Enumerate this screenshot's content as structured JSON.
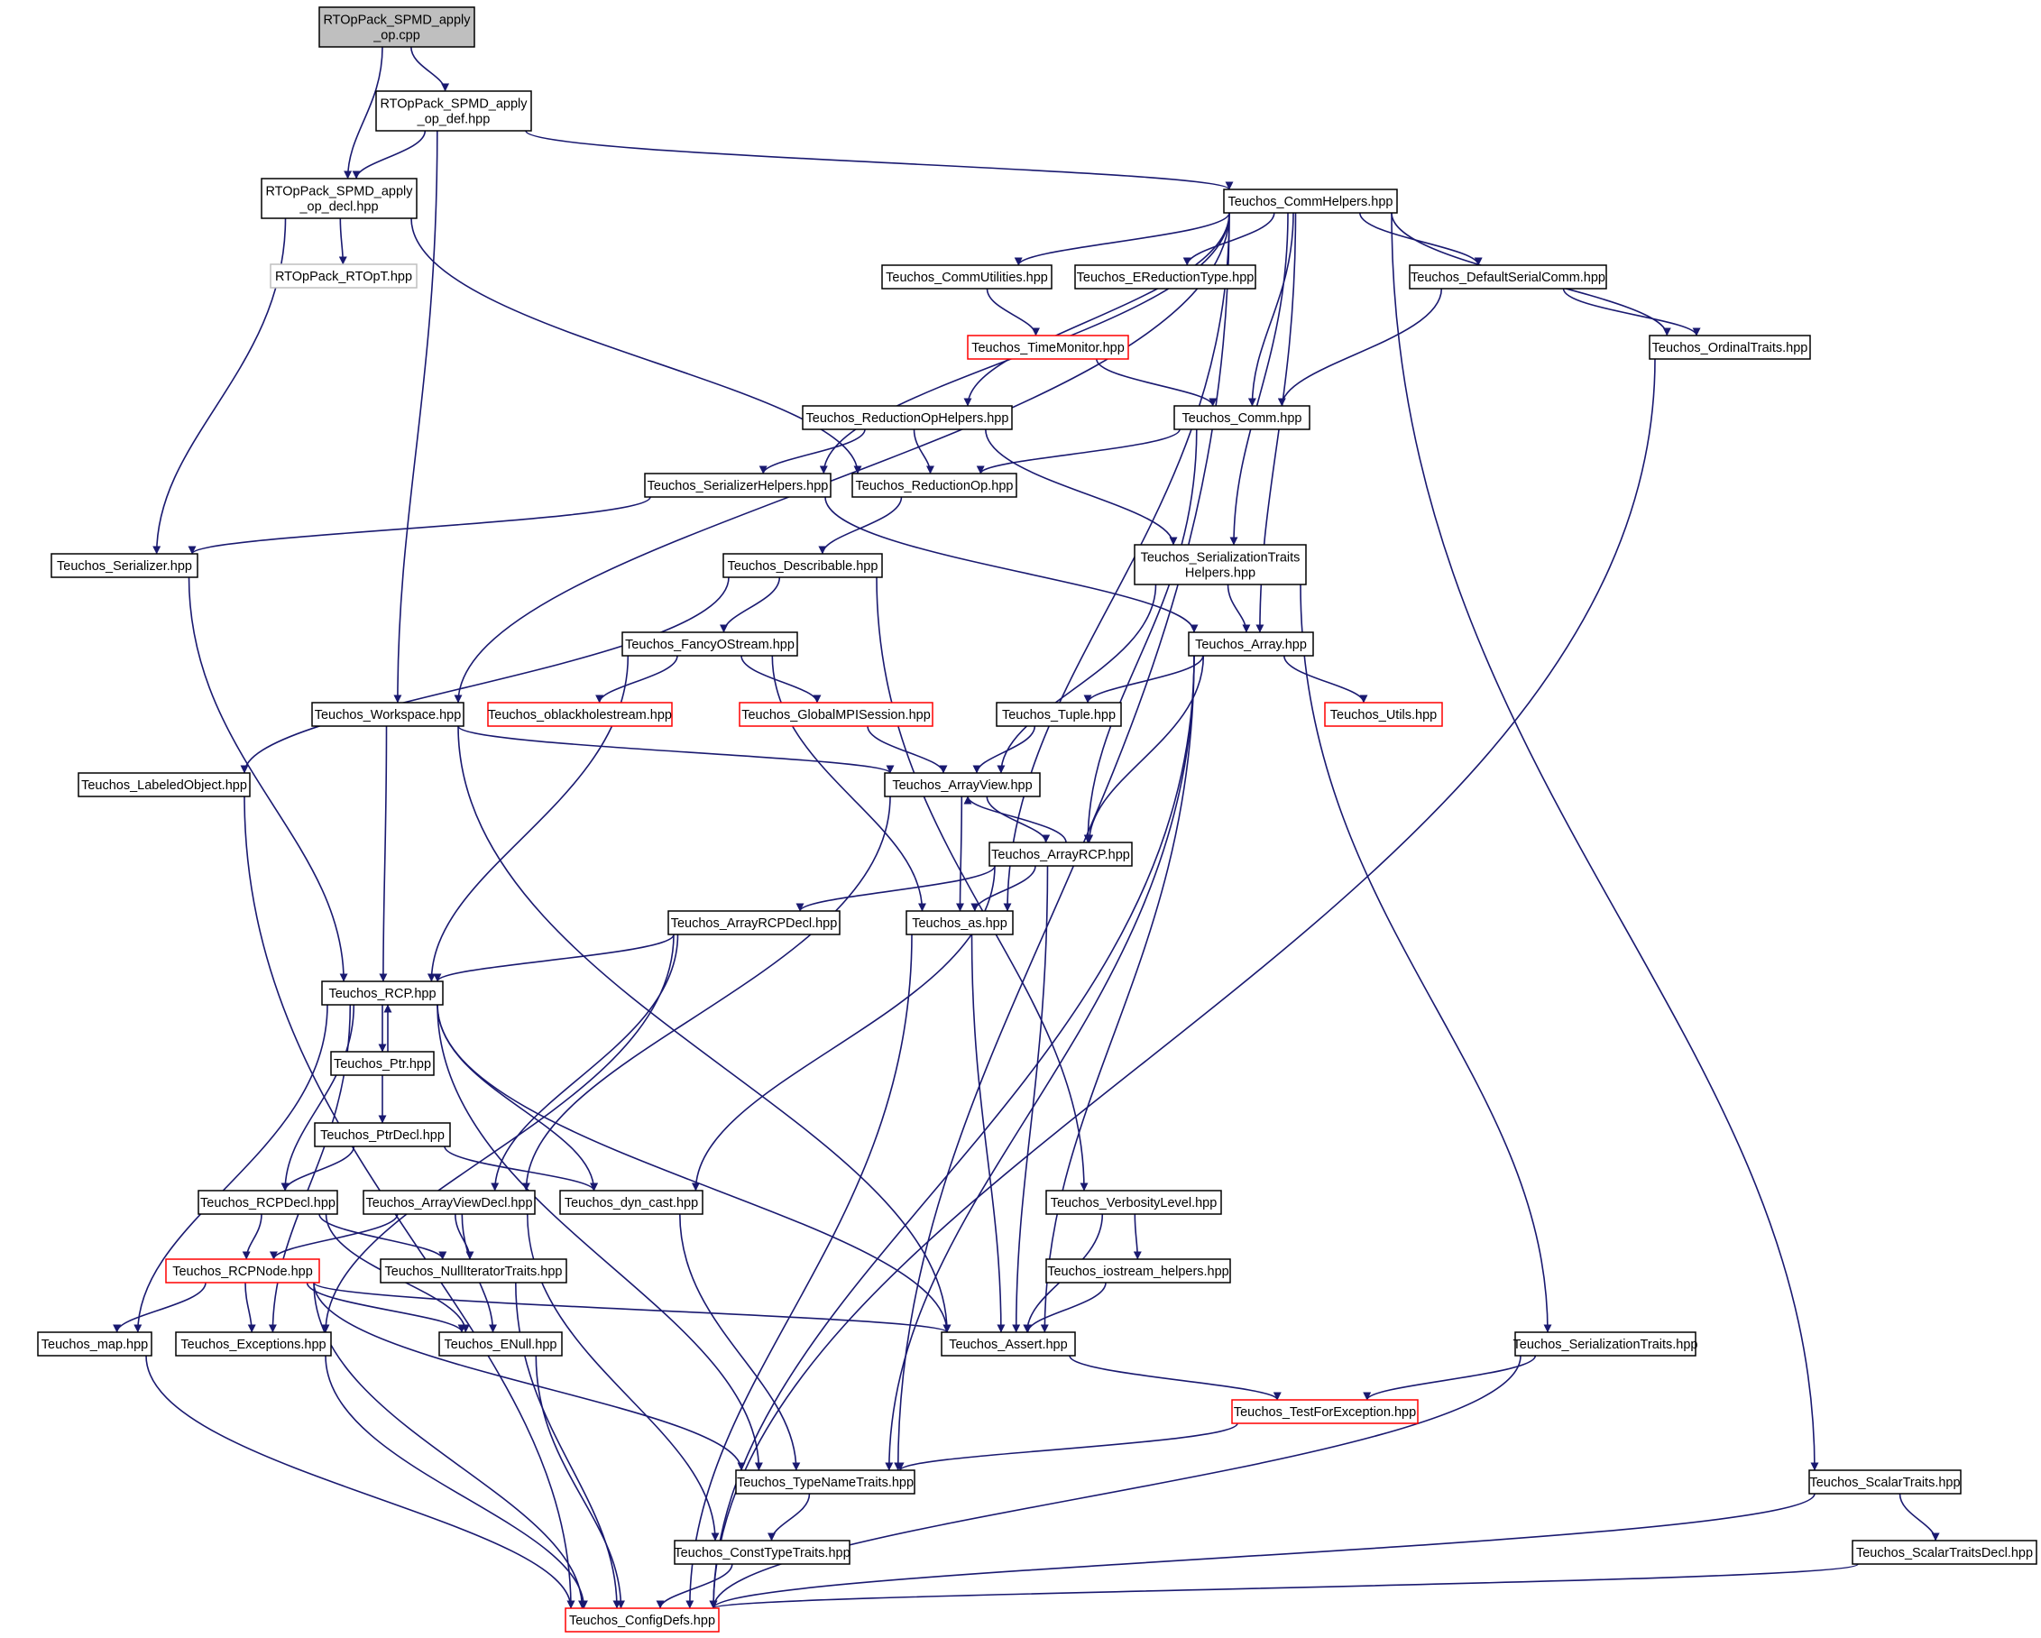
{
  "title": "",
  "colors": {
    "edge": "#191970",
    "node_border": "#000000",
    "focus_fill": "#bfbfbf",
    "missing_border": "#bfbfbf",
    "red_border": "#ff0000",
    "background": "#ffffff"
  },
  "nodes": [
    {
      "id": "n1",
      "lines": [
        "RTOpPack_SPMD_apply",
        "_op.cpp"
      ],
      "style": "focus"
    },
    {
      "id": "n2",
      "lines": [
        "RTOpPack_SPMD_apply",
        "_op_def.hpp"
      ],
      "style": "normal"
    },
    {
      "id": "n3",
      "lines": [
        "RTOpPack_SPMD_apply",
        "_op_decl.hpp"
      ],
      "style": "normal"
    },
    {
      "id": "n4",
      "lines": [
        "RTOpPack_RTOpT.hpp"
      ],
      "style": "missing"
    },
    {
      "id": "n5",
      "lines": [
        "Teuchos_CommHelpers.hpp"
      ],
      "style": "normal"
    },
    {
      "id": "n6",
      "lines": [
        "Teuchos_CommUtilities.hpp"
      ],
      "style": "normal"
    },
    {
      "id": "n7",
      "lines": [
        "Teuchos_EReductionType.hpp"
      ],
      "style": "normal"
    },
    {
      "id": "n8",
      "lines": [
        "Teuchos_DefaultSerialComm.hpp"
      ],
      "style": "normal"
    },
    {
      "id": "n9",
      "lines": [
        "Teuchos_TimeMonitor.hpp"
      ],
      "style": "red"
    },
    {
      "id": "n10",
      "lines": [
        "Teuchos_OrdinalTraits.hpp"
      ],
      "style": "normal"
    },
    {
      "id": "n11",
      "lines": [
        "Teuchos_ReductionOpHelpers.hpp"
      ],
      "style": "normal"
    },
    {
      "id": "n12",
      "lines": [
        "Teuchos_Comm.hpp"
      ],
      "style": "normal"
    },
    {
      "id": "n13",
      "lines": [
        "Teuchos_SerializerHelpers.hpp"
      ],
      "style": "normal"
    },
    {
      "id": "n14",
      "lines": [
        "Teuchos_ReductionOp.hpp"
      ],
      "style": "normal"
    },
    {
      "id": "n15",
      "lines": [
        "Teuchos_Serializer.hpp"
      ],
      "style": "normal"
    },
    {
      "id": "n16",
      "lines": [
        "Teuchos_Describable.hpp"
      ],
      "style": "normal"
    },
    {
      "id": "n17",
      "lines": [
        "Teuchos_SerializationTraits",
        "Helpers.hpp"
      ],
      "style": "normal"
    },
    {
      "id": "n18",
      "lines": [
        "Teuchos_FancyOStream.hpp"
      ],
      "style": "normal"
    },
    {
      "id": "n19",
      "lines": [
        "Teuchos_Array.hpp"
      ],
      "style": "normal"
    },
    {
      "id": "n20",
      "lines": [
        "Teuchos_Workspace.hpp"
      ],
      "style": "normal"
    },
    {
      "id": "n21",
      "lines": [
        "Teuchos_oblackholestream.hpp"
      ],
      "style": "red"
    },
    {
      "id": "n22",
      "lines": [
        "Teuchos_GlobalMPISession.hpp"
      ],
      "style": "red"
    },
    {
      "id": "n23",
      "lines": [
        "Teuchos_Tuple.hpp"
      ],
      "style": "normal"
    },
    {
      "id": "n24",
      "lines": [
        "Teuchos_Utils.hpp"
      ],
      "style": "red"
    },
    {
      "id": "n25",
      "lines": [
        "Teuchos_LabeledObject.hpp"
      ],
      "style": "normal"
    },
    {
      "id": "n26",
      "lines": [
        "Teuchos_ArrayView.hpp"
      ],
      "style": "normal"
    },
    {
      "id": "n27",
      "lines": [
        "Teuchos_ArrayRCP.hpp"
      ],
      "style": "normal"
    },
    {
      "id": "n28",
      "lines": [
        "Teuchos_ArrayRCPDecl.hpp"
      ],
      "style": "normal"
    },
    {
      "id": "n29",
      "lines": [
        "Teuchos_as.hpp"
      ],
      "style": "normal"
    },
    {
      "id": "n30",
      "lines": [
        "Teuchos_RCP.hpp"
      ],
      "style": "normal"
    },
    {
      "id": "n31",
      "lines": [
        "Teuchos_Ptr.hpp"
      ],
      "style": "normal"
    },
    {
      "id": "n32",
      "lines": [
        "Teuchos_PtrDecl.hpp"
      ],
      "style": "normal"
    },
    {
      "id": "n33",
      "lines": [
        "Teuchos_RCPDecl.hpp"
      ],
      "style": "normal"
    },
    {
      "id": "n34",
      "lines": [
        "Teuchos_ArrayViewDecl.hpp"
      ],
      "style": "normal"
    },
    {
      "id": "n35",
      "lines": [
        "Teuchos_dyn_cast.hpp"
      ],
      "style": "normal"
    },
    {
      "id": "n36",
      "lines": [
        "Teuchos_VerbosityLevel.hpp"
      ],
      "style": "normal"
    },
    {
      "id": "n37",
      "lines": [
        "Teuchos_RCPNode.hpp"
      ],
      "style": "red"
    },
    {
      "id": "n38",
      "lines": [
        "Teuchos_NullIteratorTraits.hpp"
      ],
      "style": "normal"
    },
    {
      "id": "n39",
      "lines": [
        "Teuchos_iostream_helpers.hpp"
      ],
      "style": "normal"
    },
    {
      "id": "n40",
      "lines": [
        "Teuchos_map.hpp"
      ],
      "style": "normal"
    },
    {
      "id": "n41",
      "lines": [
        "Teuchos_Exceptions.hpp"
      ],
      "style": "normal"
    },
    {
      "id": "n42",
      "lines": [
        "Teuchos_ENull.hpp"
      ],
      "style": "normal"
    },
    {
      "id": "n43",
      "lines": [
        "Teuchos_Assert.hpp"
      ],
      "style": "normal"
    },
    {
      "id": "n44",
      "lines": [
        "Teuchos_SerializationTraits.hpp"
      ],
      "style": "normal"
    },
    {
      "id": "n45",
      "lines": [
        "Teuchos_TestForException.hpp"
      ],
      "style": "red"
    },
    {
      "id": "n46",
      "lines": [
        "Teuchos_TypeNameTraits.hpp"
      ],
      "style": "normal"
    },
    {
      "id": "n47",
      "lines": [
        "Teuchos_ScalarTraits.hpp"
      ],
      "style": "normal"
    },
    {
      "id": "n48",
      "lines": [
        "Teuchos_ConstTypeTraits.hpp"
      ],
      "style": "normal"
    },
    {
      "id": "n49",
      "lines": [
        "Teuchos_ScalarTraitsDecl.hpp"
      ],
      "style": "normal"
    },
    {
      "id": "n50",
      "lines": [
        "Teuchos_ConfigDefs.hpp"
      ],
      "style": "red"
    }
  ],
  "edges": [
    [
      "n1",
      "n2"
    ],
    [
      "n1",
      "n3"
    ],
    [
      "n2",
      "n3"
    ],
    [
      "n2",
      "n5"
    ],
    [
      "n2",
      "n20"
    ],
    [
      "n3",
      "n4"
    ],
    [
      "n3",
      "n15"
    ],
    [
      "n3",
      "n14"
    ],
    [
      "n5",
      "n6"
    ],
    [
      "n5",
      "n7"
    ],
    [
      "n5",
      "n8"
    ],
    [
      "n5",
      "n10"
    ],
    [
      "n5",
      "n11"
    ],
    [
      "n5",
      "n12"
    ],
    [
      "n5",
      "n13"
    ],
    [
      "n5",
      "n17"
    ],
    [
      "n5",
      "n19"
    ],
    [
      "n5",
      "n20"
    ],
    [
      "n5",
      "n29"
    ],
    [
      "n5",
      "n46"
    ],
    [
      "n5",
      "n47"
    ],
    [
      "n6",
      "n9"
    ],
    [
      "n9",
      "n12"
    ],
    [
      "n8",
      "n12"
    ],
    [
      "n8",
      "n10"
    ],
    [
      "n11",
      "n13"
    ],
    [
      "n11",
      "n14"
    ],
    [
      "n11",
      "n17"
    ],
    [
      "n12",
      "n14"
    ],
    [
      "n12",
      "n27"
    ],
    [
      "n13",
      "n15"
    ],
    [
      "n13",
      "n19"
    ],
    [
      "n14",
      "n16"
    ],
    [
      "n15",
      "n30"
    ],
    [
      "n16",
      "n18"
    ],
    [
      "n16",
      "n25"
    ],
    [
      "n16",
      "n36"
    ],
    [
      "n17",
      "n19"
    ],
    [
      "n17",
      "n26"
    ],
    [
      "n17",
      "n44"
    ],
    [
      "n18",
      "n21"
    ],
    [
      "n18",
      "n22"
    ],
    [
      "n18",
      "n29"
    ],
    [
      "n18",
      "n30"
    ],
    [
      "n19",
      "n23"
    ],
    [
      "n19",
      "n24"
    ],
    [
      "n19",
      "n27"
    ],
    [
      "n19",
      "n43"
    ],
    [
      "n19",
      "n46"
    ],
    [
      "n19",
      "n50"
    ],
    [
      "n20",
      "n26"
    ],
    [
      "n20",
      "n30"
    ],
    [
      "n20",
      "n43"
    ],
    [
      "n22",
      "n26"
    ],
    [
      "n23",
      "n26"
    ],
    [
      "n25",
      "n50"
    ],
    [
      "n26",
      "n27"
    ],
    [
      "n26",
      "n29"
    ],
    [
      "n26",
      "n34"
    ],
    [
      "n27",
      "n26"
    ],
    [
      "n27",
      "n28"
    ],
    [
      "n27",
      "n29"
    ],
    [
      "n27",
      "n35"
    ],
    [
      "n27",
      "n43"
    ],
    [
      "n28",
      "n30"
    ],
    [
      "n28",
      "n34"
    ],
    [
      "n28",
      "n41"
    ],
    [
      "n29",
      "n43"
    ],
    [
      "n29",
      "n50"
    ],
    [
      "n30",
      "n31"
    ],
    [
      "n30",
      "n33"
    ],
    [
      "n30",
      "n35"
    ],
    [
      "n30",
      "n40"
    ],
    [
      "n30",
      "n41"
    ],
    [
      "n30",
      "n43"
    ],
    [
      "n30",
      "n46"
    ],
    [
      "n31",
      "n30"
    ],
    [
      "n31",
      "n32"
    ],
    [
      "n32",
      "n33"
    ],
    [
      "n32",
      "n35"
    ],
    [
      "n33",
      "n37"
    ],
    [
      "n33",
      "n38"
    ],
    [
      "n33",
      "n42"
    ],
    [
      "n34",
      "n37"
    ],
    [
      "n34",
      "n38"
    ],
    [
      "n34",
      "n42"
    ],
    [
      "n34",
      "n48"
    ],
    [
      "n35",
      "n46"
    ],
    [
      "n36",
      "n39"
    ],
    [
      "n36",
      "n43"
    ],
    [
      "n37",
      "n40"
    ],
    [
      "n37",
      "n41"
    ],
    [
      "n37",
      "n42"
    ],
    [
      "n37",
      "n43"
    ],
    [
      "n37",
      "n46"
    ],
    [
      "n37",
      "n50"
    ],
    [
      "n38",
      "n50"
    ],
    [
      "n39",
      "n43"
    ],
    [
      "n40",
      "n50"
    ],
    [
      "n41",
      "n50"
    ],
    [
      "n42",
      "n50"
    ],
    [
      "n43",
      "n45"
    ],
    [
      "n44",
      "n45"
    ],
    [
      "n44",
      "n50"
    ],
    [
      "n45",
      "n46"
    ],
    [
      "n46",
      "n48"
    ],
    [
      "n47",
      "n49"
    ],
    [
      "n47",
      "n50"
    ],
    [
      "n48",
      "n50"
    ],
    [
      "n49",
      "n50"
    ],
    [
      "n10",
      "n50"
    ]
  ]
}
